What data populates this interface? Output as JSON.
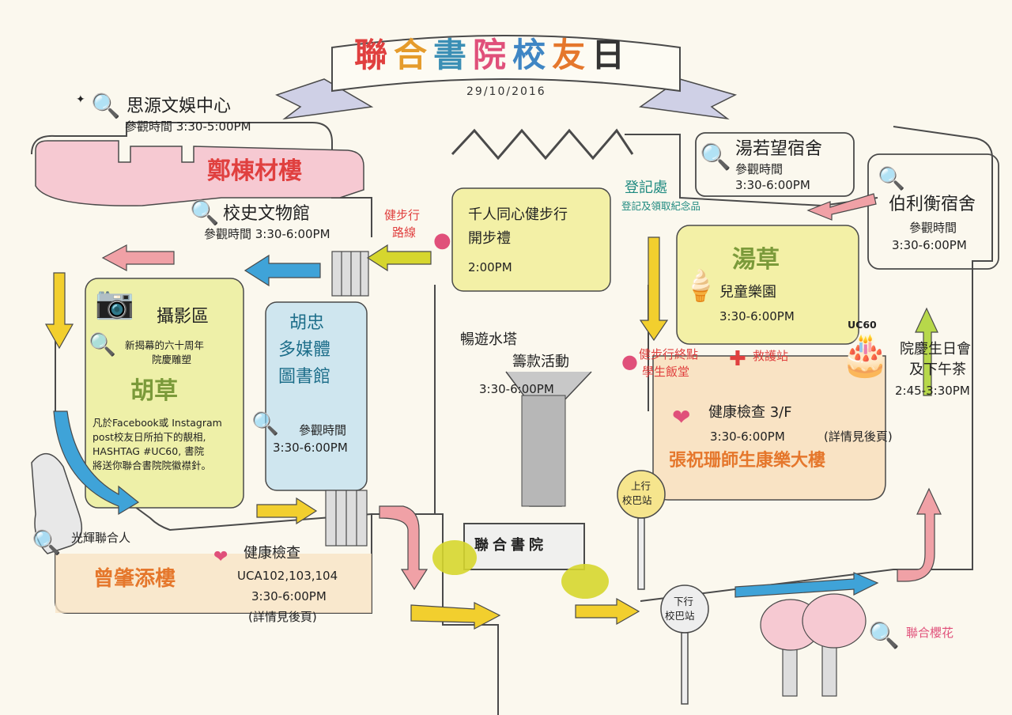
{
  "title": {
    "chars": [
      "聯",
      "合",
      "書",
      "院",
      "校",
      "友",
      "日"
    ],
    "colors": [
      "#e0403f",
      "#e59b2b",
      "#3b8fb5",
      "#e0507a",
      "#3f86c4",
      "#e5772c",
      "#333333"
    ],
    "date": "29/10/2016"
  },
  "left": {
    "szeyuan": {
      "name": "思源文娛中心",
      "time": "參觀時間 3:30-5:00PM"
    },
    "cheng": {
      "name": "鄭棟材樓"
    },
    "history": {
      "name": "校史文物館",
      "time": "參觀時間 3:30-6:00PM"
    },
    "photo": {
      "name": "攝影區"
    },
    "sculpture": {
      "line1": "新揭幕的六十周年",
      "line2": "院慶雕塑"
    },
    "wulawn": {
      "name": "胡草",
      "line1": "凡於Facebook或 Instagram",
      "line2": "post校友日所拍下的靚相,",
      "line3": "HASHTAG #UC60, 書院",
      "line4": "將送你聯合書院院徽襟針。"
    },
    "library": {
      "line1": "胡忠",
      "line2": "多媒體",
      "line3": "圖書館",
      "time_label": "參觀時間",
      "time": "3:30-6:00PM"
    },
    "alumni": {
      "name": "光輝聯合人"
    },
    "tsang": {
      "name": "曾肇添樓"
    },
    "health_uca": {
      "name": "健康檢查",
      "rooms": "UCA102,103,104",
      "time": "3:30-6:00PM",
      "note": "(詳情見後頁)"
    }
  },
  "center": {
    "walk_route": {
      "line1": "健步行",
      "line2": "路線"
    },
    "walk_start": {
      "line1": "千人同心健步行",
      "line2": "開步禮",
      "time": "2:00PM"
    },
    "tower": {
      "line1": "暢遊水塔",
      "line2": "籌款活動",
      "time": "3:30-6:00PM"
    },
    "college_sign": "聯合書院",
    "bus_up": {
      "line1": "上行",
      "line2": "校巴站"
    },
    "bus_down": {
      "line1": "下行",
      "line2": "校巴站"
    }
  },
  "right": {
    "tong": {
      "name": "湯若望宿舍",
      "time_label": "參觀時間",
      "time": "3:30-6:00PM"
    },
    "bernard": {
      "name": "伯利衡宿舍",
      "time_label": "參觀時間",
      "time": "3:30-6:00PM"
    },
    "register": {
      "name": "登記處",
      "note": "登記及領取紀念品"
    },
    "tonglawn": {
      "name": "湯草",
      "sub": "兒童樂園",
      "time": "3:30-6:00PM"
    },
    "walk_end": {
      "line1": "健步行終點",
      "line2": "學生飯堂"
    },
    "first_aid": {
      "name": "救護站"
    },
    "birthday": {
      "badge": "UC60",
      "line1": "院慶生日會",
      "line2": "及下午茶",
      "time": "2:45-3:30PM"
    },
    "health_cheung": {
      "name": "健康檢查 3/F",
      "time": "3:30-6:00PM",
      "note": "(詳情見後頁)",
      "building": "張祝珊師生康樂大樓"
    },
    "sakura": {
      "name": "聯合櫻花"
    }
  },
  "colors": {
    "yellow_fill": "#f3f0a6",
    "pink_fill": "#f6c9d2",
    "blue_fill": "#cfe6ef",
    "orange_fill": "#f9e3c4",
    "road_line": "#4a4a4a",
    "arrow_blue": "#3fa3d8",
    "arrow_yellow": "#f2cf2e",
    "arrow_pink": "#f0a1a6",
    "arrow_green": "#b7d84a",
    "accent_red": "#e0403f"
  },
  "icons": [
    "magnifier-icon",
    "camera-icon",
    "heart-icon",
    "location-pin-icon",
    "first-aid-cross-icon",
    "ice-cream-icon",
    "birthday-cake-icon",
    "sparkle-icon"
  ]
}
